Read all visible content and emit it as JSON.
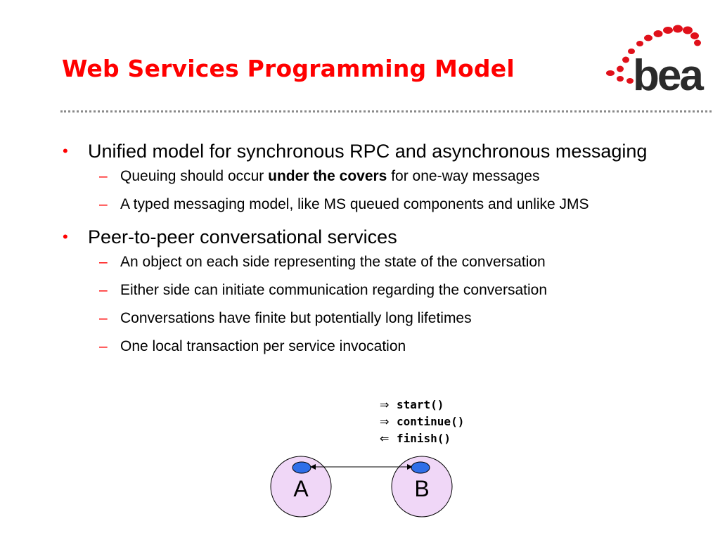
{
  "slide": {
    "title": "Web Services Programming Model",
    "logo_text": "bea",
    "bullets": [
      {
        "text": "Unified model for synchronous RPC and asynchronous messaging",
        "subs": [
          {
            "before": "Queuing should occur ",
            "bold": "under the covers",
            "after": " for one-way messages"
          },
          {
            "text": "A typed messaging model, like MS queued components and unlike JMS"
          }
        ]
      },
      {
        "text": "Peer-to-peer conversational services",
        "subs": [
          {
            "text": "An object on each side representing the state of the conversation"
          },
          {
            "text": "Either side can initiate communication regarding the conversation"
          },
          {
            "text": "Conversations have finite but potentially long lifetimes"
          },
          {
            "text": "One local transaction per service invocation"
          }
        ]
      }
    ],
    "bullet_marker": "•",
    "sub_marker": "–",
    "calls": [
      {
        "arrow": "⇒",
        "text": "start()"
      },
      {
        "arrow": "⇒",
        "text": "continue()"
      },
      {
        "arrow": "⇐",
        "text": "finish()"
      }
    ],
    "nodes": {
      "left": "A",
      "right": "B"
    }
  },
  "colors": {
    "title": "#ff0000",
    "markers": "#ff0000",
    "logo_red": "#e0101a",
    "logo_text": "#2b2b2b",
    "node_fill": "#f0d7f7",
    "node_dot": "#2f6fe8",
    "divider": "#8a8a8a"
  }
}
